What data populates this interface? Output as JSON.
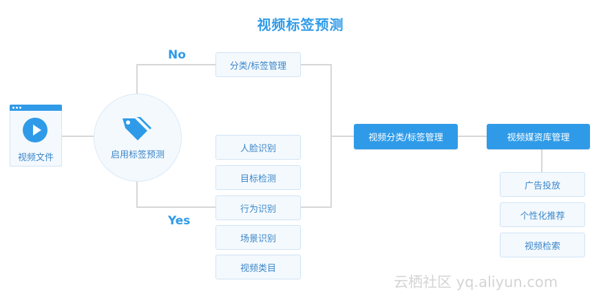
{
  "title": "视频标签预测",
  "input": {
    "label": "视频文件",
    "icon": "play-video-icon"
  },
  "decision": {
    "label": "启用标签预测",
    "icon": "tag-icon"
  },
  "branch_no": {
    "label": "No",
    "box": "分类/标签管理"
  },
  "branch_yes": {
    "label": "Yes",
    "boxes": [
      "人脸识别",
      "目标检测",
      "行为识别",
      "场景识别",
      "视频类目"
    ]
  },
  "merge_box": "视频分类/标签管理",
  "library_box": "视频媒资库管理",
  "outputs": [
    "广告投放",
    "个性化推荐",
    "视频检索"
  ],
  "watermark": "云栖社区 yq.aliyun.com",
  "colors": {
    "accent": "#2f9be8",
    "line": "#d6d6d6",
    "box_fill": "#f4f9fe"
  }
}
